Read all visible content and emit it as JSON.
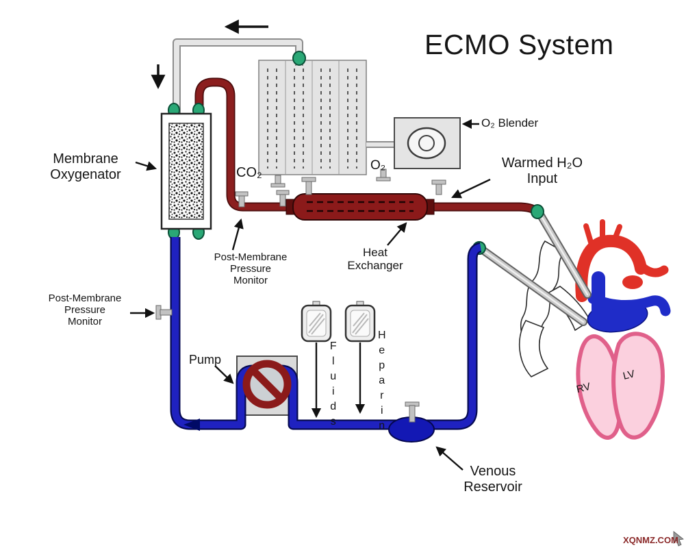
{
  "title": "ECMO System",
  "labels": {
    "membrane_oxygenator": [
      "Membrane",
      "Oxygenator"
    ],
    "o2_blender": "O₂ Blender",
    "o2": "O₂",
    "co2": "CO₂",
    "warmed_h2o": [
      "Warmed H₂O",
      "Input"
    ],
    "heat_exchanger": [
      "Heat",
      "Exchanger"
    ],
    "post_membrane_monitor_arterial": [
      "Post-Membrane",
      "Pressure",
      "Monitor"
    ],
    "post_membrane_monitor_venous": [
      "Post-Membrane",
      "Pressure",
      "Monitor"
    ],
    "pump": "Pump",
    "fluids": "Fluids",
    "heparin": "Heparin",
    "venous_reservoir": [
      "Venous",
      "Reservoir"
    ],
    "right_ventricle": "RV",
    "left_ventricle": "LV",
    "watermark": "XQNMZ.COM"
  },
  "colors": {
    "arterial_tube": "#8b1e1e",
    "venous_tube": "#1f22c0",
    "gas_tube": "#e6e6e6",
    "connector_green": "#2aa876",
    "heat_exchanger": "#8b1a1a",
    "aorta_red": "#e03127",
    "vena_cava_blue": "#1f2cc8",
    "heart_pink_fill": "#fbd0de",
    "heart_pink_stroke": "#e0608a",
    "pump_symbol": "#8b1a1a",
    "reservoir_blue": "#1318b4"
  }
}
